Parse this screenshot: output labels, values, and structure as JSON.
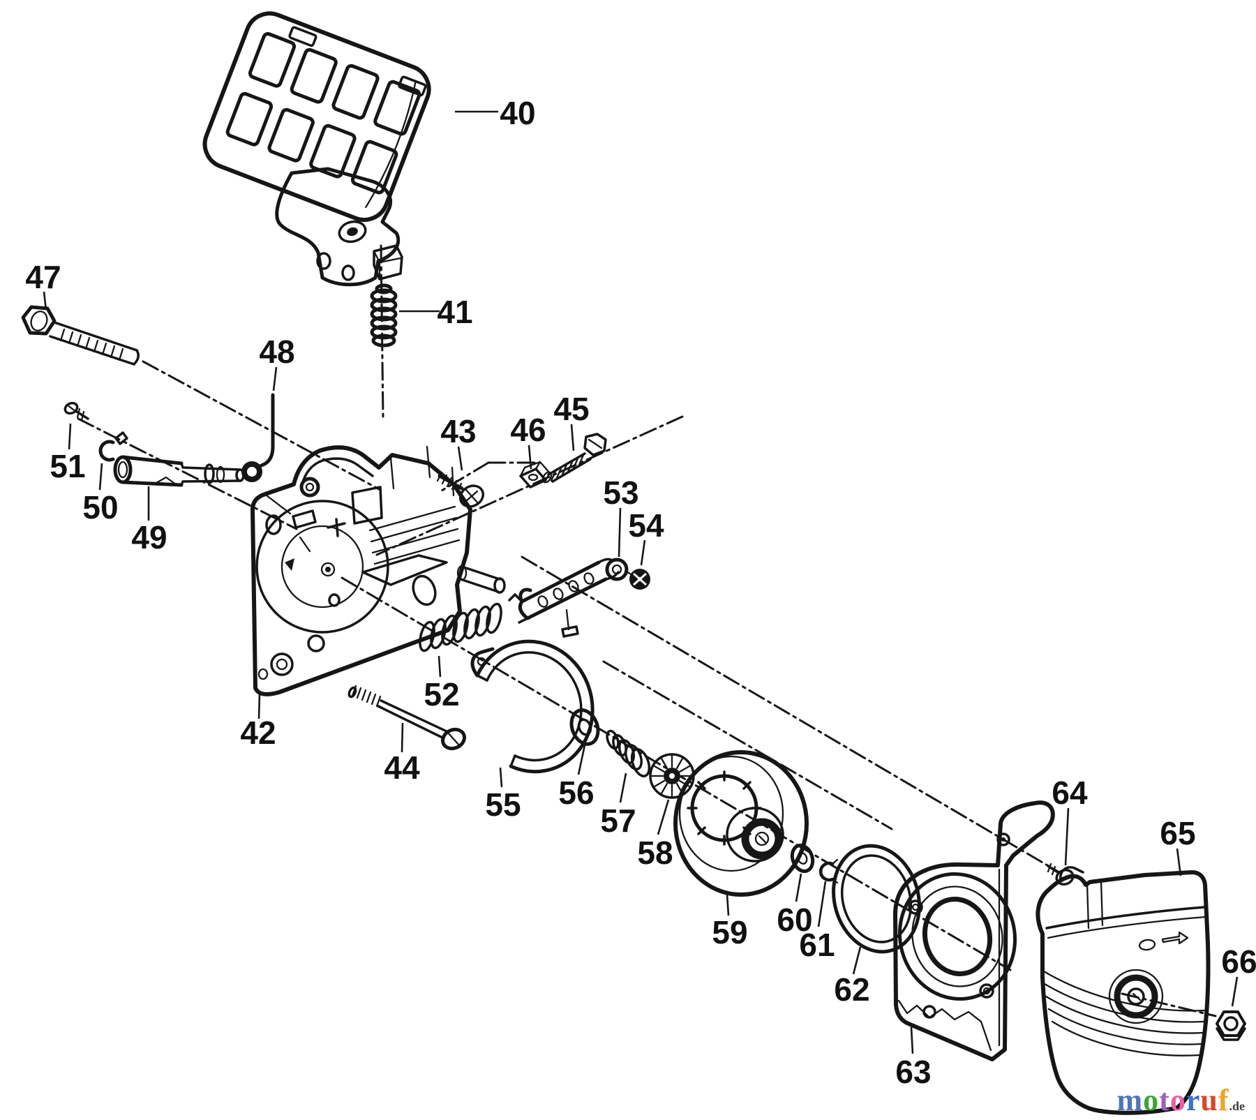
{
  "figure": {
    "background": "#ffffff",
    "line_color": "#161616"
  },
  "parts": [
    "40",
    "41",
    "42",
    "43",
    "44",
    "45",
    "46",
    "47",
    "48",
    "49",
    "50",
    "51",
    "52",
    "53",
    "54",
    "55",
    "56",
    "57",
    "58",
    "59",
    "60",
    "61",
    "62",
    "63",
    "64",
    "65",
    "66"
  ],
  "watermark": {
    "letters": [
      {
        "ch": "m",
        "color": "#4f74b8"
      },
      {
        "ch": "o",
        "color": "#3fa43c"
      },
      {
        "ch": "t",
        "color": "#9a62c0"
      },
      {
        "ch": "o",
        "color": "#ea5fa8"
      },
      {
        "ch": "r",
        "color": "#3f6fca"
      },
      {
        "ch": "u",
        "color": "#d8472b"
      },
      {
        "ch": "f",
        "color": "#eda627"
      }
    ],
    "suffix": ".de",
    "suffix_color": "#3f3f3f"
  }
}
